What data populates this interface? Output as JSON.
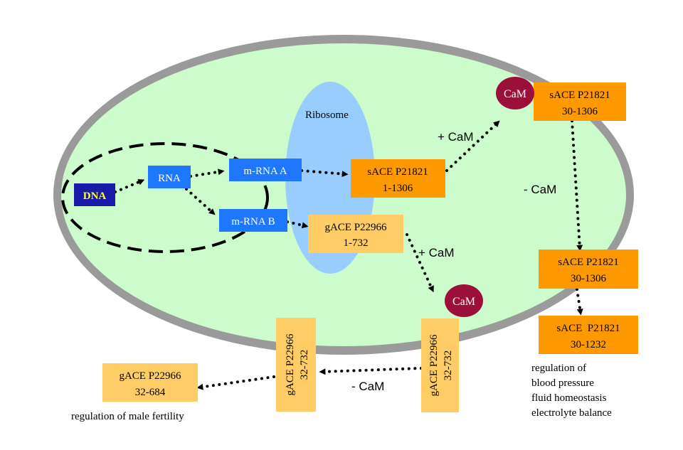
{
  "colors": {
    "cell_border": "#9a9a9a",
    "cytoplasm": "#ccfccc",
    "ribosome": "#99ccff",
    "dark_blue": "#1a1aa8",
    "blue": "#1e78ff",
    "orange": "#ff9900",
    "light_orange": "#ffcc66",
    "cam": "#9c0f3b"
  },
  "labels": {
    "ribosome": "Ribosome",
    "dna": "DNA",
    "rna": "RNA",
    "mrna_a": "m-RNA A",
    "mrna_b": "m-RNA B",
    "sace_1": {
      "line1": "sACE P21821",
      "line2": "1-1306"
    },
    "gace_1": {
      "line1": "gACE P22966",
      "line2": "1-732"
    },
    "sace_2": {
      "line1": "sACE P21821",
      "line2": "30-1306"
    },
    "sace_3": {
      "line1": "sACE P21821",
      "line2": "30-1306"
    },
    "sace_4": {
      "line1": "sACE  P21821",
      "line2": "30-1232"
    },
    "gace_v1": {
      "line1": "gACE P22966",
      "line2": "32-732"
    },
    "gace_v2": {
      "line1": "gACE P22966",
      "line2": "32-732"
    },
    "gace_final": {
      "line1": "gACE P22966",
      "line2": "32-684"
    },
    "cam_top": "CaM",
    "cam_bottom": "CaM",
    "plus_cam_top": "+ CaM",
    "minus_cam_right": "- CaM",
    "plus_cam_mid": "+ CaM",
    "minus_cam_bottom": "- CaM"
  },
  "captions": {
    "male_fertility": "regulation of male fertility",
    "blood_pressure": [
      "regulation of",
      "blood pressure",
      "fluid homeostasis",
      "electrolyte balance"
    ]
  }
}
